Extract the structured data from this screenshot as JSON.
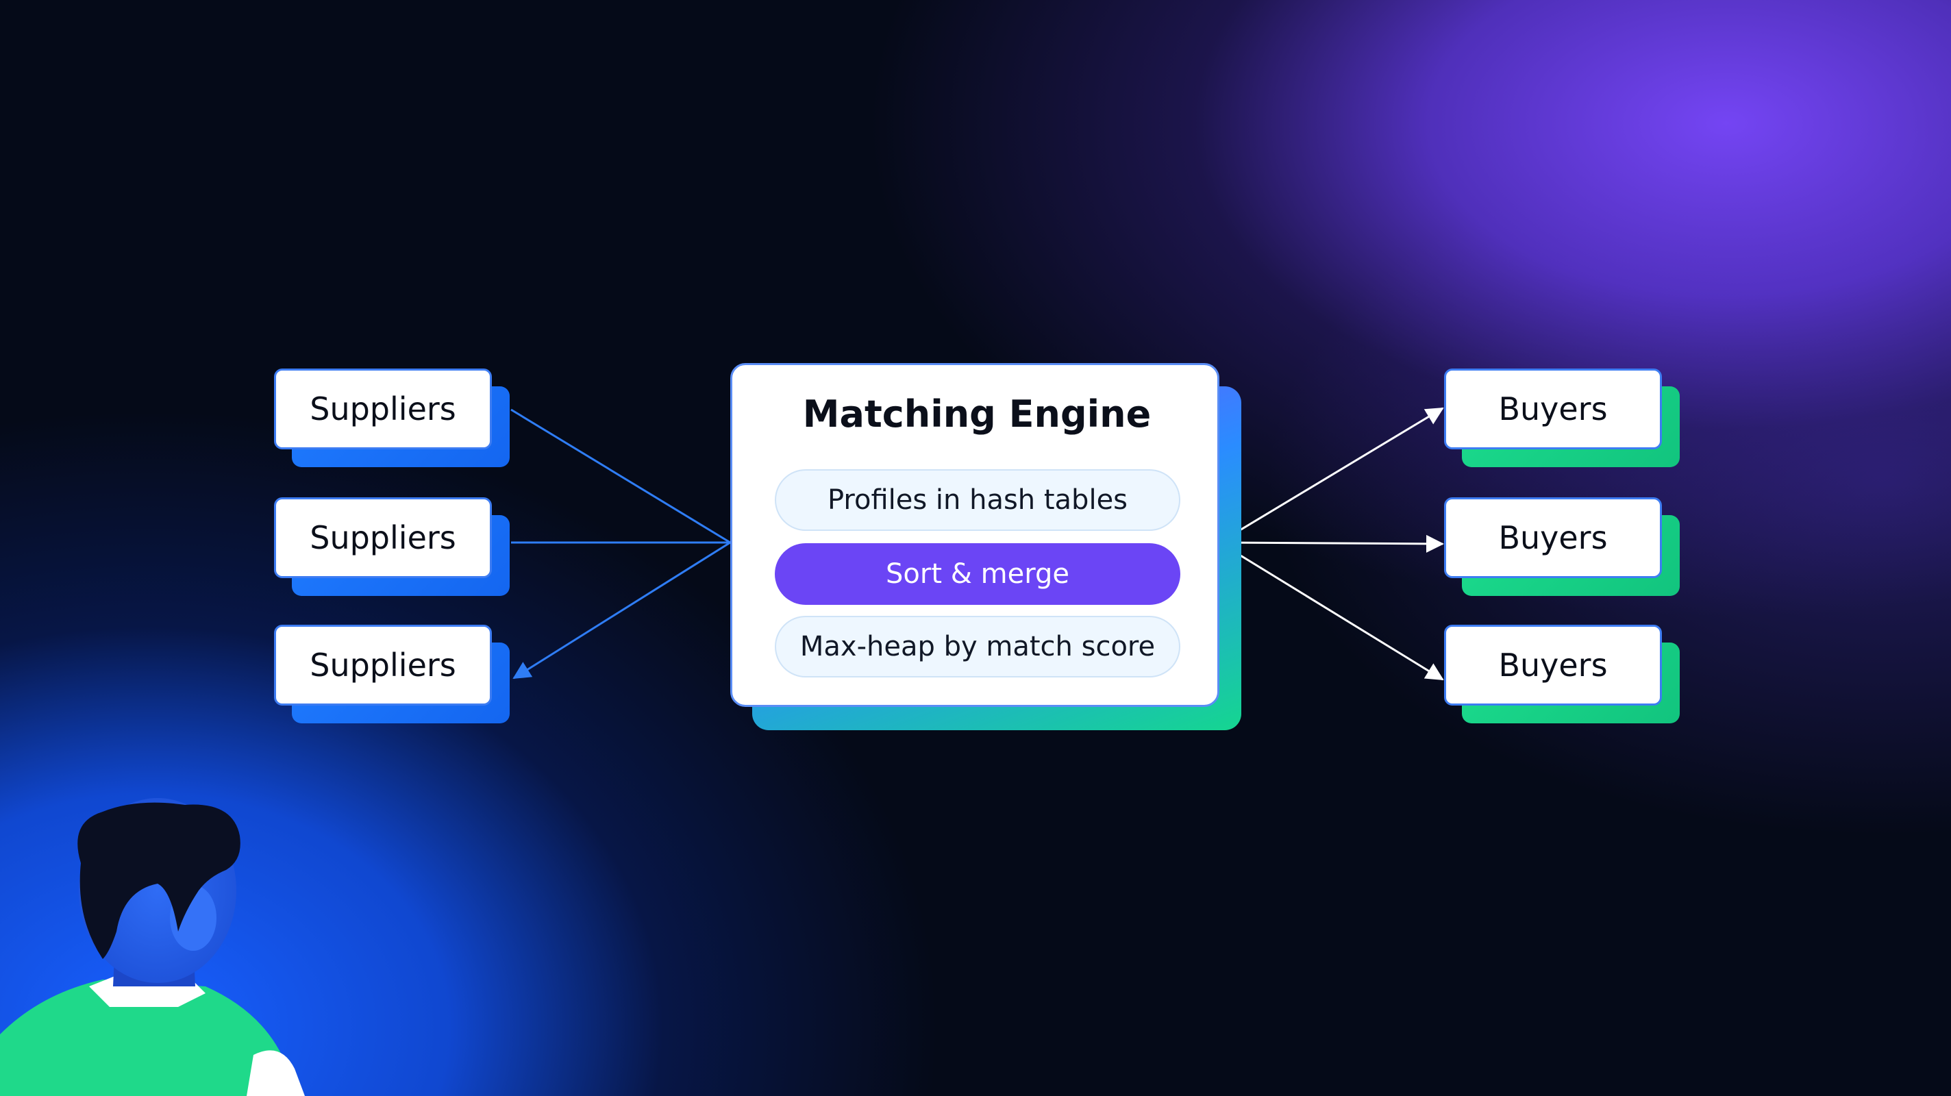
{
  "suppliers": [
    {
      "label": "Suppliers"
    },
    {
      "label": "Suppliers"
    },
    {
      "label": "Suppliers"
    }
  ],
  "engine": {
    "title": "Matching Engine",
    "steps": [
      {
        "label": "Profiles in hash tables"
      },
      {
        "label": "Sort & merge"
      },
      {
        "label": "Max-heap by match score"
      }
    ]
  },
  "buyers": [
    {
      "label": "Buyers"
    },
    {
      "label": "Buyers"
    },
    {
      "label": "Buyers"
    }
  ],
  "colors": {
    "supplier_line": "#2f7df5",
    "buyer_line": "#ffffff",
    "accent": "#6b45f5",
    "supplier_shadow": "#1f7bff",
    "buyer_shadow": "#1cdc8e"
  }
}
